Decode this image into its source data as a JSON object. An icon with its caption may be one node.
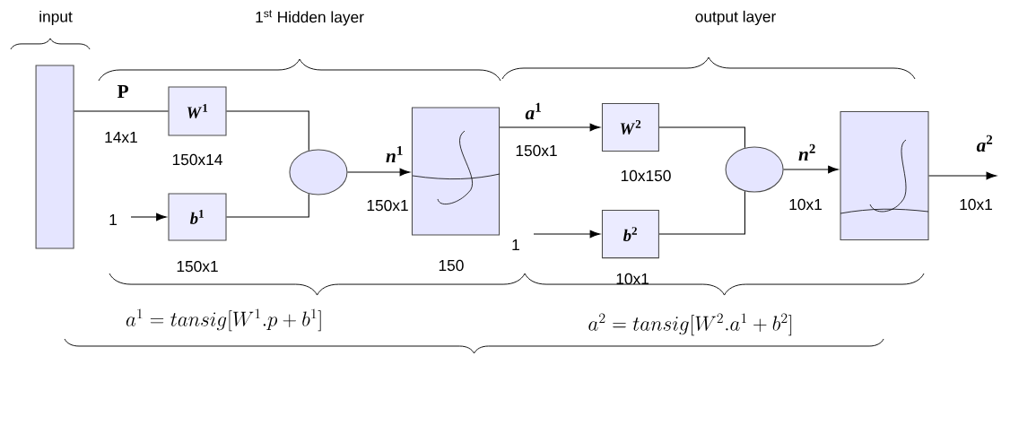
{
  "diagram": {
    "nodes": [
      {
        "text": [],
        "shape": "bar"
      },
      {
        "text": [
          "1"
        ]
      },
      {
        "text": [
          "*W*$^{1}$"
        ],
        "beside": [
          "150x14"
        ]
      },
      {
        "text": [
          "*b*$^{1}$"
        ],
        "beside": [
          "150x1"
        ]
      },
      {
        "text": [],
        "shape": "circle"
      },
      {
        "text": [],
        "shape": "box",
        "beside": [
          "150"
        ]
      },
      {
        "text": [
          "1"
        ]
      },
      {
        "text": [
          "*W*$^{2}$"
        ],
        "beside": [
          "10x150"
        ]
      },
      {
        "text": [
          "*b*$^{2}$"
        ],
        "beside": [
          "10x1"
        ]
      },
      {
        "text": [],
        "shape": "circle"
      },
      {
        "text": [],
        "shape": "box"
      }
    ],
    "edges": [
      {
        "from": 0,
        "to": 2,
        "arrow": "none",
        "label": "P"
      },
      {
        "from": 1,
        "to": 3,
        "arrow": "to"
      },
      {
        "from": 2,
        "to": 4,
        "arrow": "none"
      },
      {
        "from": 3,
        "to": 4,
        "arrow": "none"
      },
      {
        "from": 4,
        "to": 5,
        "arrow": "to",
        "label": "*n*$^{1}$"
      },
      {
        "from": 5,
        "to": 7,
        "arrow": "to",
        "label": "*a*$^{1}$"
      },
      {
        "from": 6,
        "to": 8,
        "arrow": "to"
      },
      {
        "from": 7,
        "to": 9,
        "arrow": "none"
      },
      {
        "from": 8,
        "to": 9,
        "arrow": "none"
      },
      {
        "from": 9,
        "to": 10,
        "arrow": "to",
        "label": "*n*$^{2}$"
      },
      {
        "from": 10,
        "to": null,
        "arrow": "to",
        "label": "*a*$^{2}$"
      }
    ],
    "labels": [
      "input",
      "1$^{st}$ Hidden layer",
      "output layer",
      "14x1",
      "150x1",
      "150x1",
      "10x1",
      "10x1",
      "a^{1}=tansig[W^{1}.p+b^{1}]",
      "a^{2}=tansig[W^{2}.a^{1}+b^{2}]"
    ]
  }
}
